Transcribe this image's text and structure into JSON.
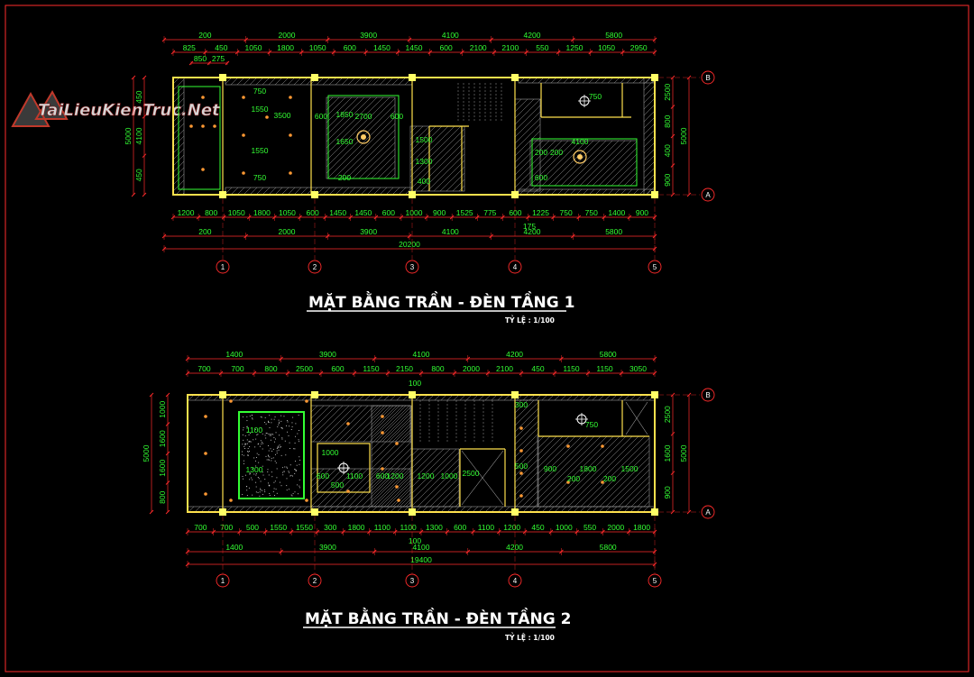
{
  "watermark": {
    "text": "TaiLieuKienTruc.Net"
  },
  "colors": {
    "background": "#000000",
    "border": "#ff2b2b",
    "dimension_line": "#ff2b2b",
    "dimension_text": "#33ff33",
    "wall": "#ffe14d",
    "hatch": "#9a9a9a",
    "column": "#ffff66",
    "light": "#ff9933",
    "cove": "#33ff33",
    "title": "#ffffff"
  },
  "plans": [
    {
      "title": "MẶT BẰNG TRẦN - ĐÈN TẦNG 1",
      "scale": "TỶ LỆ : 1/100",
      "overall": "20200",
      "top_row1": [
        "200",
        "2000",
        "3900",
        "4100",
        "4200",
        "5800"
      ],
      "top_row2": [
        "825",
        "450",
        "1050",
        "1800",
        "1050",
        "600",
        "1450",
        "1450",
        "600",
        "2100",
        "2100",
        "550",
        "1250",
        "1050",
        "2950"
      ],
      "top_row3": [
        "850",
        "275"
      ],
      "bottom_row1": [
        "1200",
        "800",
        "1050",
        "1800",
        "1050",
        "600",
        "1450",
        "1450",
        "600",
        "1000",
        "900",
        "1525",
        "775",
        "600",
        "1225",
        "750",
        "750",
        "1400",
        "900"
      ],
      "bottom_note": "175",
      "bottom_row2": [
        "200",
        "2000",
        "3900",
        "4100",
        "4200",
        "5800"
      ],
      "left_dims": [
        "450",
        "4100",
        "450"
      ],
      "left_total": "5000",
      "right_dims": [
        "2500",
        "800",
        "400",
        "900"
      ],
      "right_total": "5000",
      "inner_labels": [
        "750",
        "1550",
        "3500",
        "1550",
        "750",
        "1850",
        "1650",
        "600",
        "2700",
        "600",
        "1500",
        "200",
        "1300",
        "400",
        "4100",
        "600",
        "750",
        "200",
        "200"
      ],
      "grid_cols": [
        "1",
        "2",
        "3",
        "4",
        "5"
      ],
      "grid_rows": [
        "B",
        "A"
      ]
    },
    {
      "title": "MẶT BẰNG TRẦN - ĐÈN TẦNG 2",
      "scale": "TỶ LỆ : 1/100",
      "overall": "19400",
      "top_row1": [
        "1400",
        "3900",
        "4100",
        "4200",
        "5800"
      ],
      "top_row2": [
        "700",
        "700",
        "800",
        "2500",
        "600",
        "1150",
        "2150",
        "800",
        "2000",
        "2100",
        "450",
        "1150",
        "1150",
        "3050"
      ],
      "top_note": "100",
      "bottom_row1": [
        "700",
        "700",
        "500",
        "1550",
        "1550",
        "300",
        "1800",
        "1100",
        "1100",
        "1300",
        "600",
        "1100",
        "1200",
        "450",
        "1000",
        "550",
        "2000",
        "1800"
      ],
      "bottom_note": "100",
      "bottom_row2": [
        "1400",
        "3900",
        "4100",
        "4200",
        "5800"
      ],
      "left_dims": [
        "1000",
        "1600",
        "1600",
        "800"
      ],
      "left_total": "5000",
      "right_dims": [
        "2500",
        "1600",
        "900"
      ],
      "right_total": "5000",
      "inner_labels": [
        "1100",
        "1300",
        "1000",
        "600",
        "1100",
        "500",
        "600",
        "1200",
        "1200",
        "1000",
        "2500",
        "300",
        "500",
        "750",
        "900",
        "1800",
        "1500",
        "200",
        "200"
      ],
      "grid_cols": [
        "1",
        "2",
        "3",
        "4",
        "5"
      ],
      "grid_rows": [
        "B",
        "A"
      ]
    }
  ]
}
